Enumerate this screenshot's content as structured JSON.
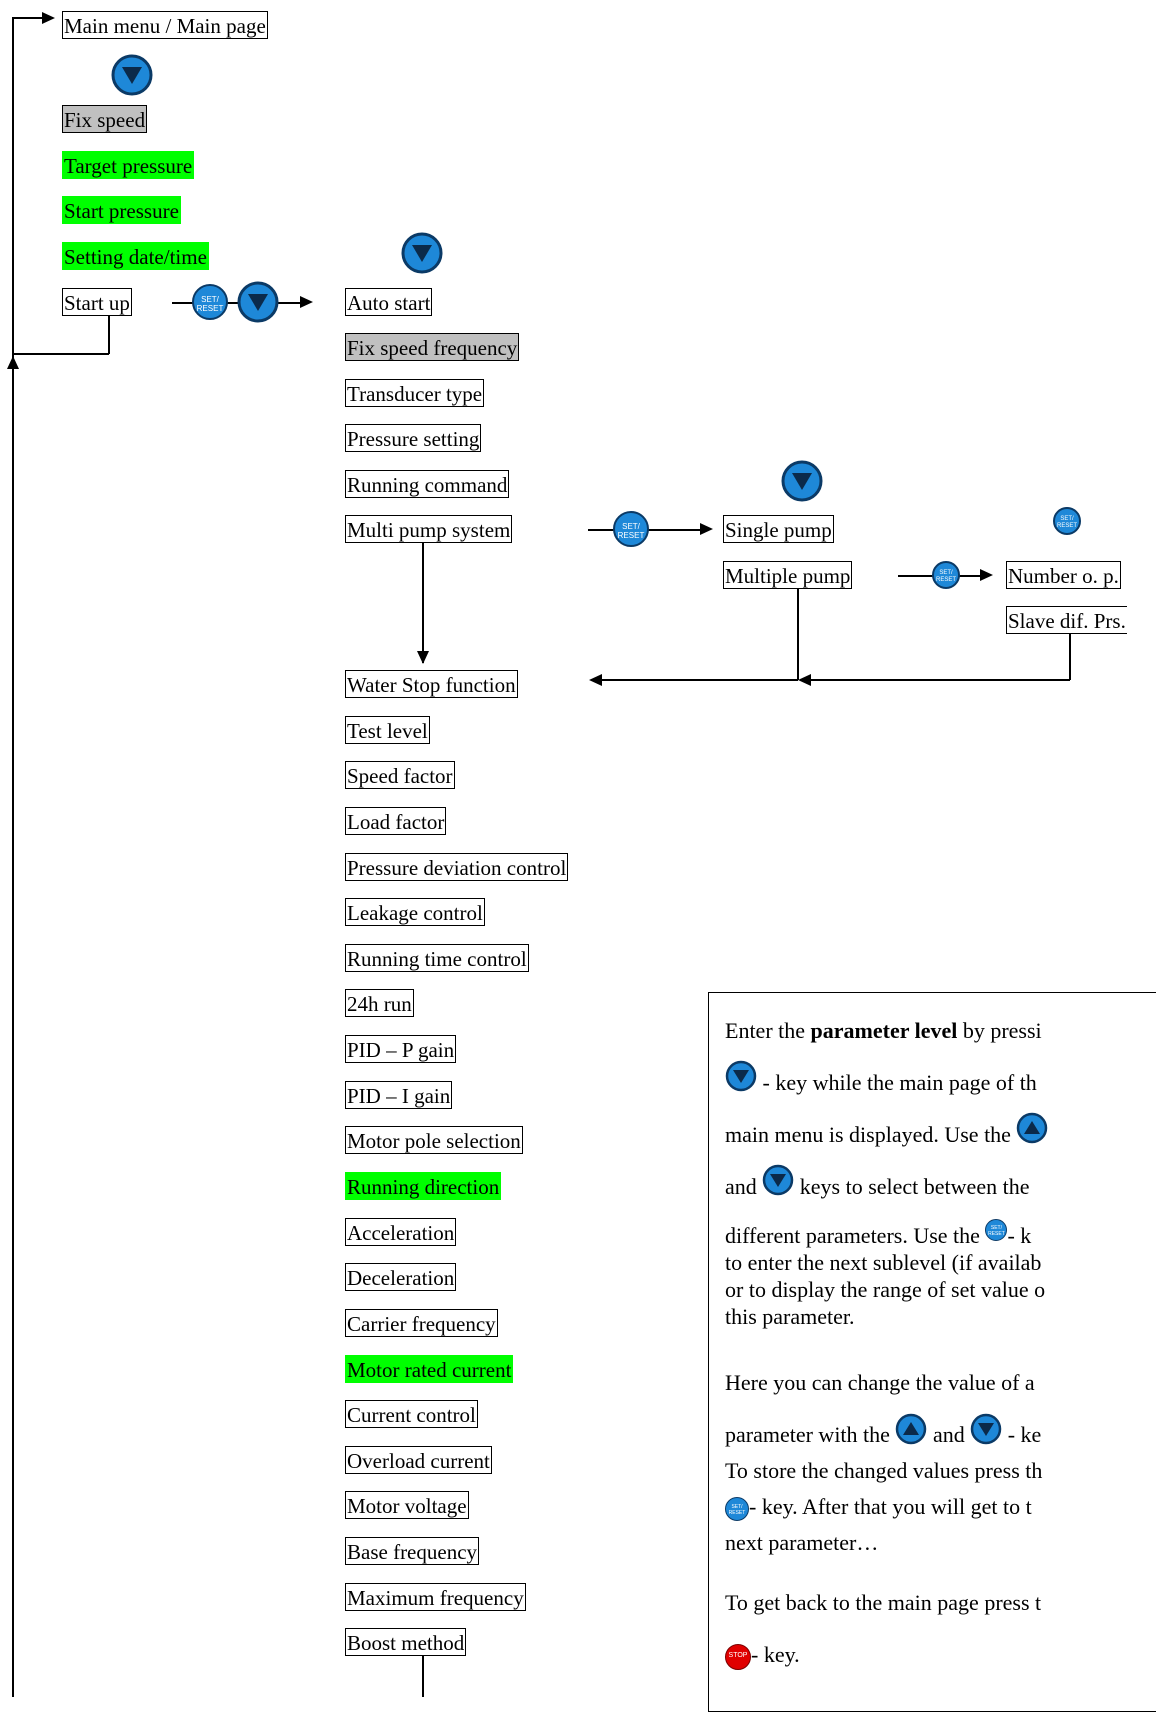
{
  "main_column": {
    "top": "Main menu / Main page",
    "items": [
      "Fix speed",
      "Target pressure",
      "Start pressure",
      "Setting date/time",
      "Start up"
    ]
  },
  "startup_column": {
    "items": [
      "Auto start",
      "Fix speed frequency",
      "Transducer type",
      "Pressure setting",
      "Running command",
      "Multi pump system"
    ],
    "after_items": [
      "Water Stop function",
      "Test level",
      "Speed factor",
      "Load factor",
      "Pressure deviation control",
      "Leakage control",
      "Running time control",
      "24h run",
      "PID – P gain",
      "PID – I gain",
      "Motor pole selection",
      "Running direction",
      "Acceleration",
      "Deceleration",
      "Carrier frequency",
      "Motor rated current",
      "Current control",
      "Overload current",
      "Motor voltage",
      "Base frequency",
      "Maximum frequency",
      "Boost method"
    ]
  },
  "multi_pump": {
    "items": [
      "Single pump",
      "Multiple pump"
    ]
  },
  "multiple_pump": {
    "items": [
      "Number o. p.",
      "Slave dif. Prs."
    ]
  },
  "keys": {
    "set_top": "SET/",
    "set_bottom": "RESET",
    "stop": "STOP"
  },
  "colors": {
    "key_blue": "#1e88d8",
    "key_border": "#0b3a66",
    "highlight_green": "#00ff00",
    "highlight_grey": "#c0c0c0",
    "stop_red": "#e00000"
  },
  "note": {
    "p1_before": "Enter the ",
    "p1_bold": "parameter level",
    "p1_after": " by pressi",
    "p1_line2": " - key while the main page of th",
    "p1_line3": "main menu is displayed. Use the ",
    "p1_line4a": "and ",
    "p1_line4b": " keys to select between the",
    "p1_line5a": "different parameters. Use the ",
    "p1_line5b": "- k",
    "p1_line6": "to enter the next sublevel (if availab",
    "p1_line7": "or to display the range of set value o",
    "p1_line8": "this parameter.",
    "p2_line1": "Here you can change the value of a",
    "p2_line2a": "parameter with the ",
    "p2_line2b": " and ",
    "p2_line2c": " - ke",
    "p2_line3": "To store the changed values press th",
    "p2_line4": "- key. After that you will get to t",
    "p2_line5": "next parameter…",
    "p3_line1": "To get back to the main page press t",
    "p3_line2": "- key."
  }
}
